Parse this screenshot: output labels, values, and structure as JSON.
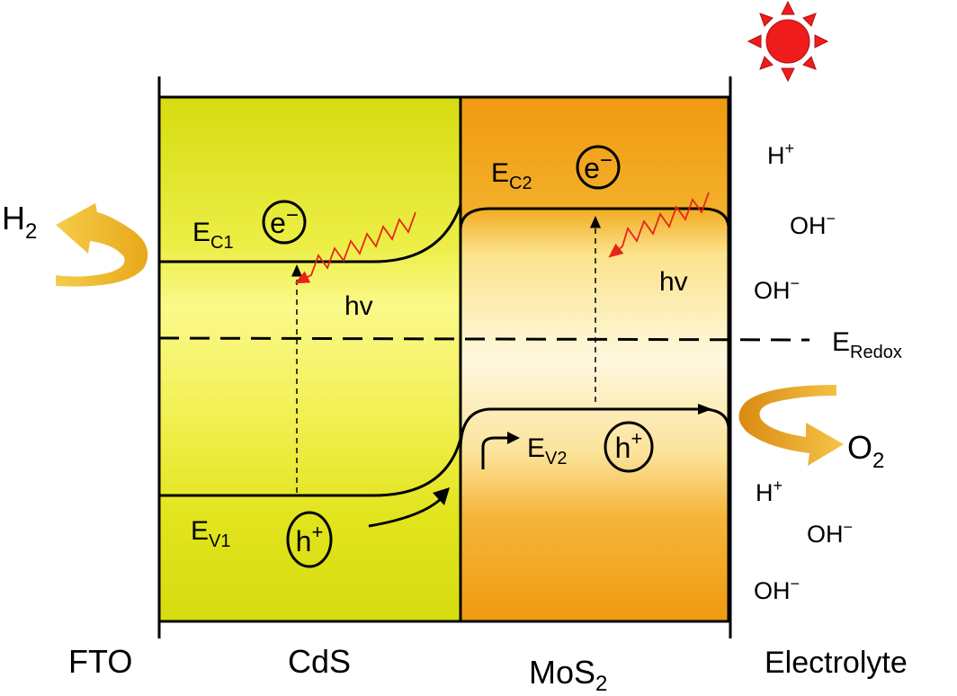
{
  "layers": {
    "fto": {
      "label": "FTO"
    },
    "cds": {
      "label": "CdS",
      "color": "#dde010"
    },
    "mos2": {
      "label": "MoS",
      "label_sub": "2",
      "color": "#f09a10"
    },
    "electrolyte": {
      "label": "Electrolyte"
    }
  },
  "bands": {
    "ec1": {
      "main": "E",
      "sub": "C1"
    },
    "ev1": {
      "main": "E",
      "sub": "V1"
    },
    "ec2": {
      "main": "E",
      "sub": "C2"
    },
    "ev2": {
      "main": "E",
      "sub": "V2"
    },
    "eredox": {
      "main": "E",
      "sub": "Redox"
    }
  },
  "carriers": {
    "electron": {
      "main": "e",
      "sup": "−"
    },
    "hole": {
      "main": "h",
      "sup": "+"
    }
  },
  "photon_label": "hv",
  "products": {
    "h2": {
      "main": "H",
      "sub": "2"
    },
    "o2": {
      "main": "O",
      "sub": "2"
    }
  },
  "ions": {
    "h_plus": {
      "main": "H",
      "sup": "+"
    },
    "oh_minus": {
      "main": "OH",
      "sup": "−"
    }
  },
  "colors": {
    "sun": "#ee1c1c",
    "photon": "#e8231a",
    "arrow_gold": "#f2b62c"
  }
}
